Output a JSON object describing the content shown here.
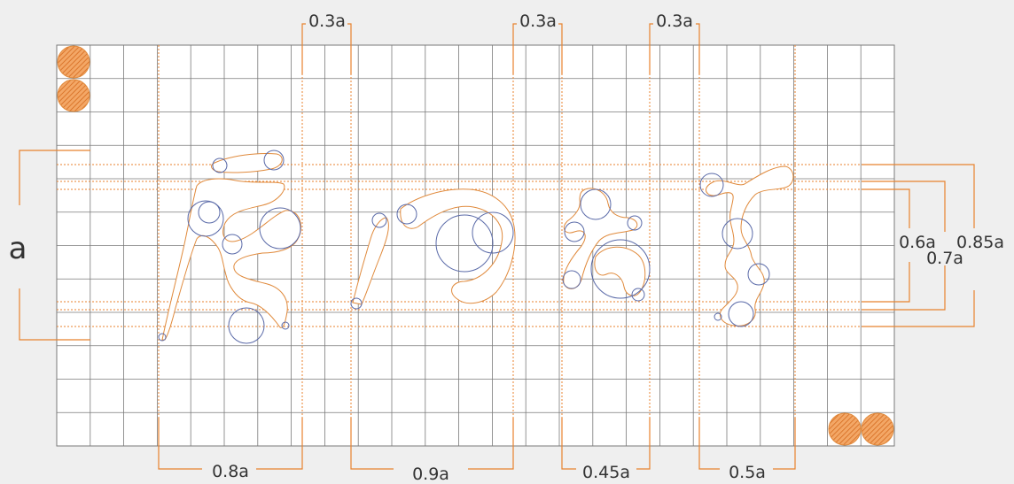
{
  "labels": {
    "side_a": "a",
    "top_gap_1": "0.3a",
    "top_gap_2": "0.3a",
    "top_gap_3": "0.3a",
    "width_char_1": "0.8a",
    "width_char_2": "0.9a",
    "width_char_3": "0.45a",
    "width_char_4": "0.5a",
    "height_small": "0.6a",
    "height_mid": "0.7a",
    "height_large": "0.85a"
  },
  "grid": {
    "columns": 25,
    "rows": 12
  },
  "colors": {
    "background": "#efefef",
    "grid_fill": "#ffffff",
    "grid_line": "#7a7a7a",
    "guide_orange": "#e8822e",
    "stroke_outline": "#e08a3c",
    "circle_blue": "#5a6aa8"
  }
}
